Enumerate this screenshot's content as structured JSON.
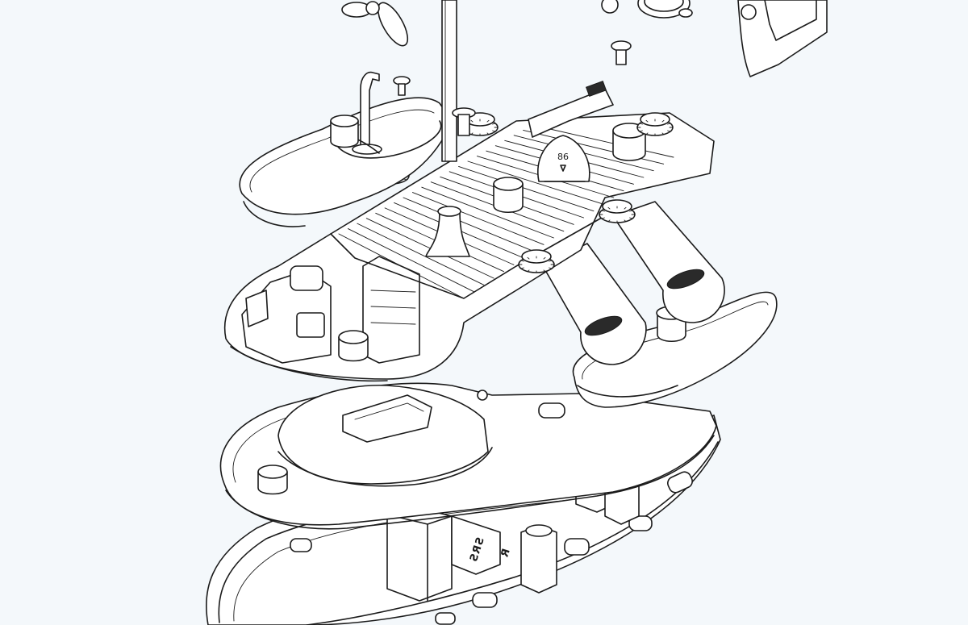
{
  "drawing": {
    "hull_marking": "SRS",
    "pilot_marking": "R",
    "beacon_marking": "86",
    "colors": {
      "background": "#f4f8fb",
      "line": "#1b1b1b",
      "part_fill": "#ffffff"
    }
  }
}
